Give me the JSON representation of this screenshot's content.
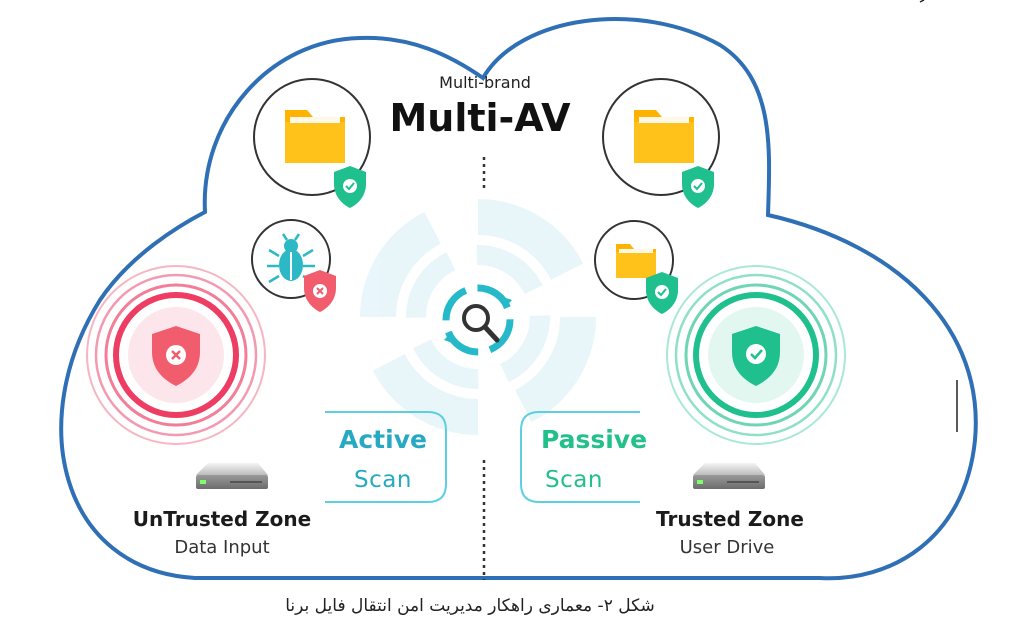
{
  "header": {
    "subtitle": "Multi-brand",
    "title": "Multi-AV"
  },
  "untrusted": {
    "title": "UnTrusted Zone",
    "subtitle": "Data Input"
  },
  "trusted": {
    "title": "Trusted Zone",
    "subtitle": "User Drive"
  },
  "active_scan": {
    "word": "Active",
    "scan": "Scan"
  },
  "passive_scan": {
    "word": "Passive",
    "scan": "Scan"
  },
  "caption": "شکل ۲- معماری راهکار مدیریت امن انتقال فایل برنا",
  "colors": {
    "cloud_outline": "#2f6fb5",
    "untrusted": "#ee3d63",
    "trusted": "#1fbf8e",
    "folder": "#ffb300",
    "scan_teal": "#26b9c9",
    "passive_text": "#22c08a",
    "active_text": "#27a9c4"
  }
}
